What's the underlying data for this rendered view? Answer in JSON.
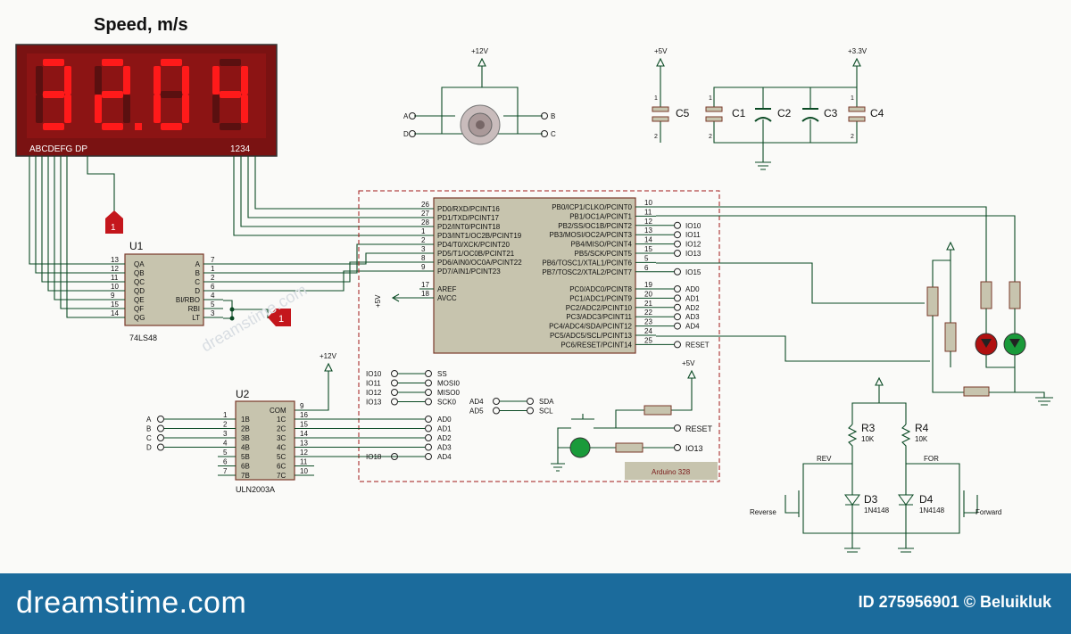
{
  "display": {
    "title": "Speed, m/s",
    "digits": [
      "3",
      "2",
      "0",
      "4"
    ],
    "decimal_after": 1,
    "segment_label": "ABCDEFG  DP",
    "digit_label": "1234"
  },
  "u1": {
    "ref": "U1",
    "part": "74LS48",
    "left_pins": [
      [
        "13",
        "QA"
      ],
      [
        "12",
        "QB"
      ],
      [
        "11",
        "QC"
      ],
      [
        "10",
        "QD"
      ],
      [
        "9",
        "QE"
      ],
      [
        "15",
        "QF"
      ],
      [
        "14",
        "QG"
      ]
    ],
    "right_pins": [
      [
        "A",
        "7"
      ],
      [
        "B",
        "1"
      ],
      [
        "C",
        "2"
      ],
      [
        "D",
        "6"
      ],
      [
        "BI/RBO",
        "4"
      ],
      [
        "RBI",
        "5"
      ],
      [
        "LT",
        "3"
      ]
    ]
  },
  "terminal_1": "1",
  "terminal_2": "1",
  "motor": {
    "supply": "+12V",
    "a": "A",
    "b": "B",
    "c": "C",
    "d": "D"
  },
  "caps": {
    "supply_5v": "+5V",
    "supply_33v": "+3.3V",
    "items": [
      "C5",
      "C1",
      "C2",
      "C3",
      "C4"
    ],
    "pin1": "1",
    "pin2": "2"
  },
  "mcu": {
    "label": "Arduino 328",
    "left_pins": [
      [
        "26",
        "PD0/RXD/PCINT16"
      ],
      [
        "27",
        "PD1/TXD/PCINT17"
      ],
      [
        "28",
        "PD2/INT0/PCINT18"
      ],
      [
        "1",
        "PD3/INT1/OC2B/PCINT19"
      ],
      [
        "2",
        "PD4/T0/XCK/PCINT20"
      ],
      [
        "3",
        "PD5/T1/OC0B/PCINT21"
      ],
      [
        "8",
        "PD6/AIN0/OC0A/PCINT22"
      ],
      [
        "9",
        "PD7/AIN1/PCINT23"
      ]
    ],
    "aref": [
      "17",
      "AREF"
    ],
    "avcc": [
      "18",
      "AVCC"
    ],
    "avcc_supply": "+5V",
    "right_pins": [
      [
        "PB0/ICP1/CLKO/PCINT0",
        "10"
      ],
      [
        "PB1/OC1A/PCINT1",
        "11"
      ],
      [
        "PB2/SS/OC1B/PCINT2",
        "12"
      ],
      [
        "PB3/MOSI/OC2A/PCINT3",
        "13"
      ],
      [
        "PB4/MISO/PCINT4",
        "14"
      ],
      [
        "PB5/SCK/PCINT5",
        "15"
      ],
      [
        "PB6/TOSC1/XTAL1/PCINT6",
        "5"
      ],
      [
        "PB7/TOSC2/XTAL2/PCINT7",
        "6"
      ]
    ],
    "right_nets": [
      "",
      "",
      "IO10",
      "IO11",
      "IO12",
      "IO13",
      "",
      "IO15"
    ],
    "right_pins2": [
      [
        "PC0/ADC0/PCINT8",
        "19"
      ],
      [
        "PC1/ADC1/PCINT9",
        "20"
      ],
      [
        "PC2/ADC2/PCINT10",
        "21"
      ],
      [
        "PC3/ADC3/PCINT11",
        "22"
      ],
      [
        "PC4/ADC4/SDA/PCINT12",
        "23"
      ],
      [
        "PC5/ADC5/SCL/PCINT13",
        "24"
      ],
      [
        "PC6/RESET/PCINT14",
        "25"
      ]
    ],
    "right_nets2": [
      "AD0",
      "AD1",
      "AD2",
      "AD3",
      "AD4",
      "",
      "RESET"
    ]
  },
  "spi": {
    "left": [
      "IO10",
      "IO11",
      "IO12",
      "IO13"
    ],
    "right": [
      "SS",
      "MOSI0",
      "MISO0",
      "SCK0"
    ]
  },
  "i2c": {
    "left": [
      "AD4",
      "AD5"
    ],
    "right": [
      "SDA",
      "SCL"
    ]
  },
  "reset": {
    "supply": "+5V",
    "net1": "RESET",
    "net2": "IO13"
  },
  "u2": {
    "ref": "U2",
    "part": "ULN2003A",
    "supply": "+12V",
    "inputs": [
      "A",
      "B",
      "C",
      "D"
    ],
    "left_pins": [
      [
        "1",
        "1B"
      ],
      [
        "2",
        "2B"
      ],
      [
        "3",
        "3B"
      ],
      [
        "4",
        "4B"
      ],
      [
        "5",
        "5B"
      ],
      [
        "6",
        "6B"
      ],
      [
        "7",
        "7B"
      ]
    ],
    "com": [
      "COM",
      "9"
    ],
    "right_pins": [
      [
        "1C",
        "16"
      ],
      [
        "2C",
        "15"
      ],
      [
        "3C",
        "14"
      ],
      [
        "4C",
        "13"
      ],
      [
        "5C",
        "12"
      ],
      [
        "6C",
        "11"
      ],
      [
        "7C",
        "10"
      ]
    ],
    "nets": [
      "AD0",
      "AD1",
      "AD2",
      "AD3",
      "AD4"
    ],
    "io18": "IO18"
  },
  "buttons": {
    "r3": "R3",
    "r3v": "10K",
    "r4": "R4",
    "r4v": "10K",
    "d3": "D3",
    "d3v": "1N4148",
    "d4": "D4",
    "d4v": "1N4148",
    "rev": "REV",
    "for": "FOR",
    "reverse": "Reverse",
    "forward": "Forward"
  },
  "watermark": "dreamstime.com",
  "footer_logo": "dreamstime.com",
  "footer_id": "ID 275956901 © Beluikluk",
  "colors": {
    "wire": "#0a4a24",
    "segment_on": "#ff1a1a",
    "segment_off": "#5a1010",
    "display_bg": "#7a1212",
    "ic_body": "#c7c4ae",
    "footer": "#1b6b9c",
    "led_red": "#b01010",
    "led_green": "#1a9a3a",
    "terminal": "#c4161c"
  }
}
